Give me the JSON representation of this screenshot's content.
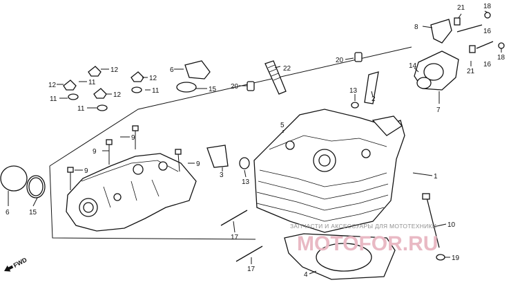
{
  "callouts": {
    "n1": "1",
    "n2": "2",
    "n3": "3",
    "n4": "4",
    "n5": "5",
    "n6": "6",
    "n6b": "6",
    "n7": "7",
    "n8": "8",
    "n9a": "9",
    "n9b": "9",
    "n9c": "9",
    "n9d": "9",
    "n10": "10",
    "n11a": "11",
    "n11b": "11",
    "n11c": "11",
    "n11d": "11",
    "n12a": "12",
    "n12b": "12",
    "n12c": "12",
    "n12d": "12",
    "n13a": "13",
    "n13b": "13",
    "n14": "14",
    "n15a": "15",
    "n15b": "15",
    "n16a": "16",
    "n16b": "16",
    "n17a": "17",
    "n17b": "17",
    "n18a": "18",
    "n18b": "18",
    "n19": "19",
    "n20a": "20",
    "n20b": "20",
    "n21a": "21",
    "n21b": "21",
    "n22": "22"
  },
  "direction_label": "FWD",
  "watermark": {
    "line1": "ЗАПЧАСТИ И АКСЕССУАРЫ ДЛЯ МОТОТЕХНИКИ",
    "brand": "MOTOFOR.RU"
  }
}
